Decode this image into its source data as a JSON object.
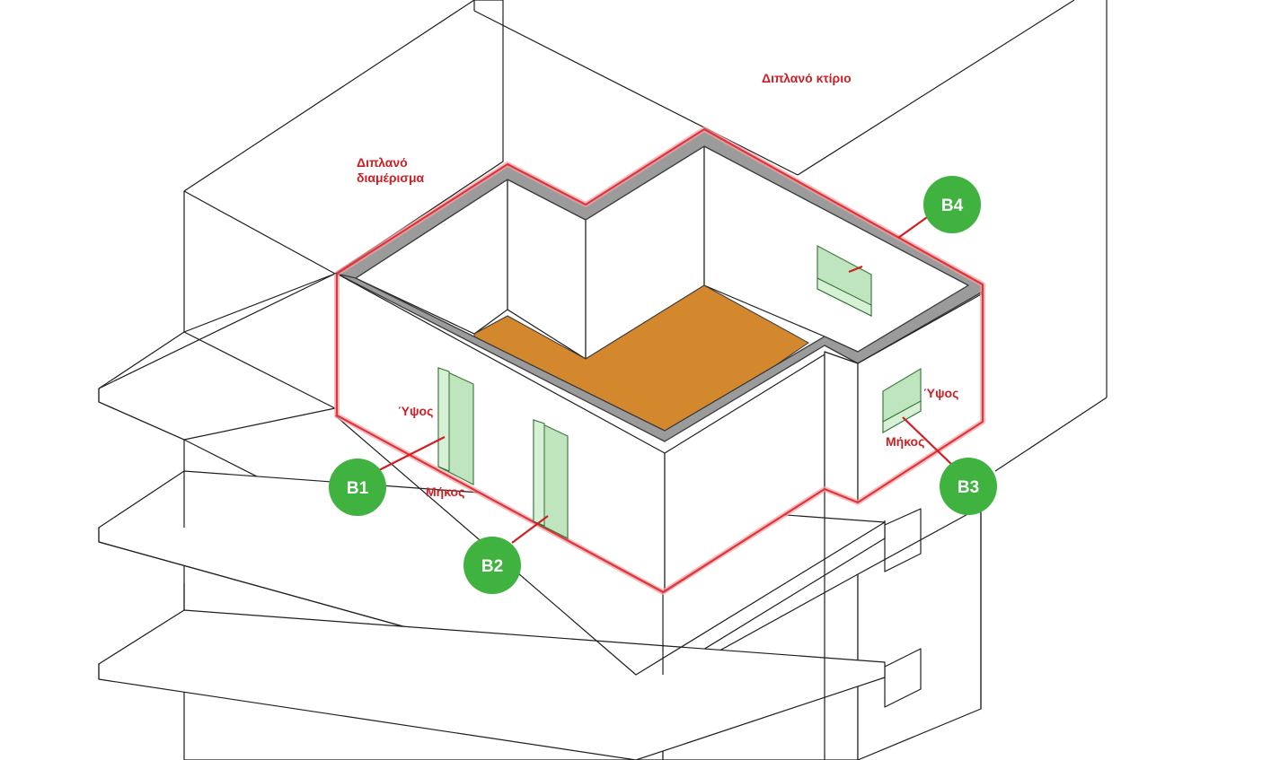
{
  "labels": {
    "neighbor_building": "Διπλανό κτίριο",
    "neighbor_apartment_line1": "Διπλανό",
    "neighbor_apartment_line2": "διαμέρισμα"
  },
  "dimensions": {
    "b1_height": "Ύψος",
    "b1_length": "Μήκος",
    "b3_height": "Ύψος",
    "b3_length": "Μήκος"
  },
  "badges": {
    "b1": "B1",
    "b2": "B2",
    "b3": "B3",
    "b4": "B4"
  },
  "colors": {
    "badge": "#3fb23f",
    "outline": "#e0262b",
    "floor": "#d4882e",
    "opening": "#b9e3b9"
  }
}
